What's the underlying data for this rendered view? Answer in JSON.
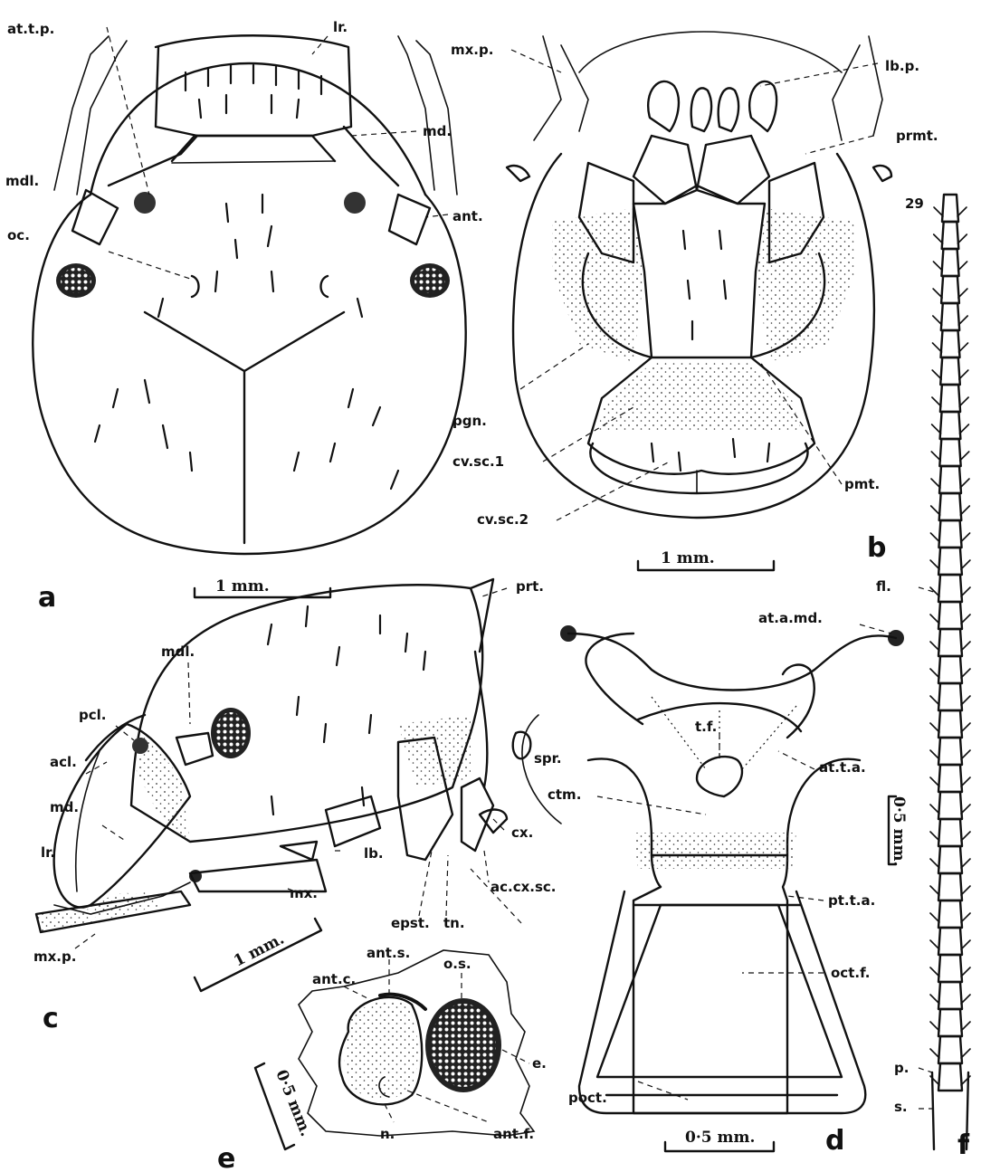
{
  "figure": {
    "panels": {
      "a": "a",
      "b": "b",
      "c": "c",
      "d": "d",
      "e": "e",
      "f": "f"
    },
    "figure_number": "29",
    "labels": {
      "at_t_p": "at.t.p.",
      "lr_a": "lr.",
      "mx_p_b": "mx.p.",
      "lb_p": "lb.p.",
      "prmt": "prmt.",
      "md_a": "md.",
      "mdl_a": "mdl.",
      "ant": "ant.",
      "oc": "oc.",
      "pgn": "pgn.",
      "cv_sc_1": "cv.sc.1",
      "cv_sc_2": "cv.sc.2",
      "pmt": "pmt.",
      "prt": "prt.",
      "mdl_c": "mdl.",
      "pcl": "pcl.",
      "acl": "acl.",
      "md_c": "md.",
      "lr_c": "lr.",
      "lb": "lb.",
      "mx": "mx.",
      "mx_p_c": "mx.p.",
      "spr": "spr.",
      "cx": "cx.",
      "ac_cx_sc": "ac.cx.sc.",
      "epst": "epst.",
      "tn": "tn.",
      "at_a_md": "at.a.md.",
      "t_f": "t.f.",
      "at_t_a": "at.t.a.",
      "ctm": "ctm.",
      "pt_t_a": "pt.t.a.",
      "oct_f": "oct.f.",
      "poct": "poct.",
      "ant_s": "ant.s.",
      "ant_c": "ant.c.",
      "o_s": "o.s.",
      "e": "e.",
      "n": "n.",
      "ant_f": "ant.f.",
      "fl": "fl.",
      "p": "p.",
      "s": "s."
    },
    "scale_bars": {
      "a": "1 mm.",
      "b": "1 mm.",
      "c": "1 mm.",
      "d": "0·5 mm.",
      "e": "0·5 mm.",
      "f": "0·5 mm."
    }
  }
}
